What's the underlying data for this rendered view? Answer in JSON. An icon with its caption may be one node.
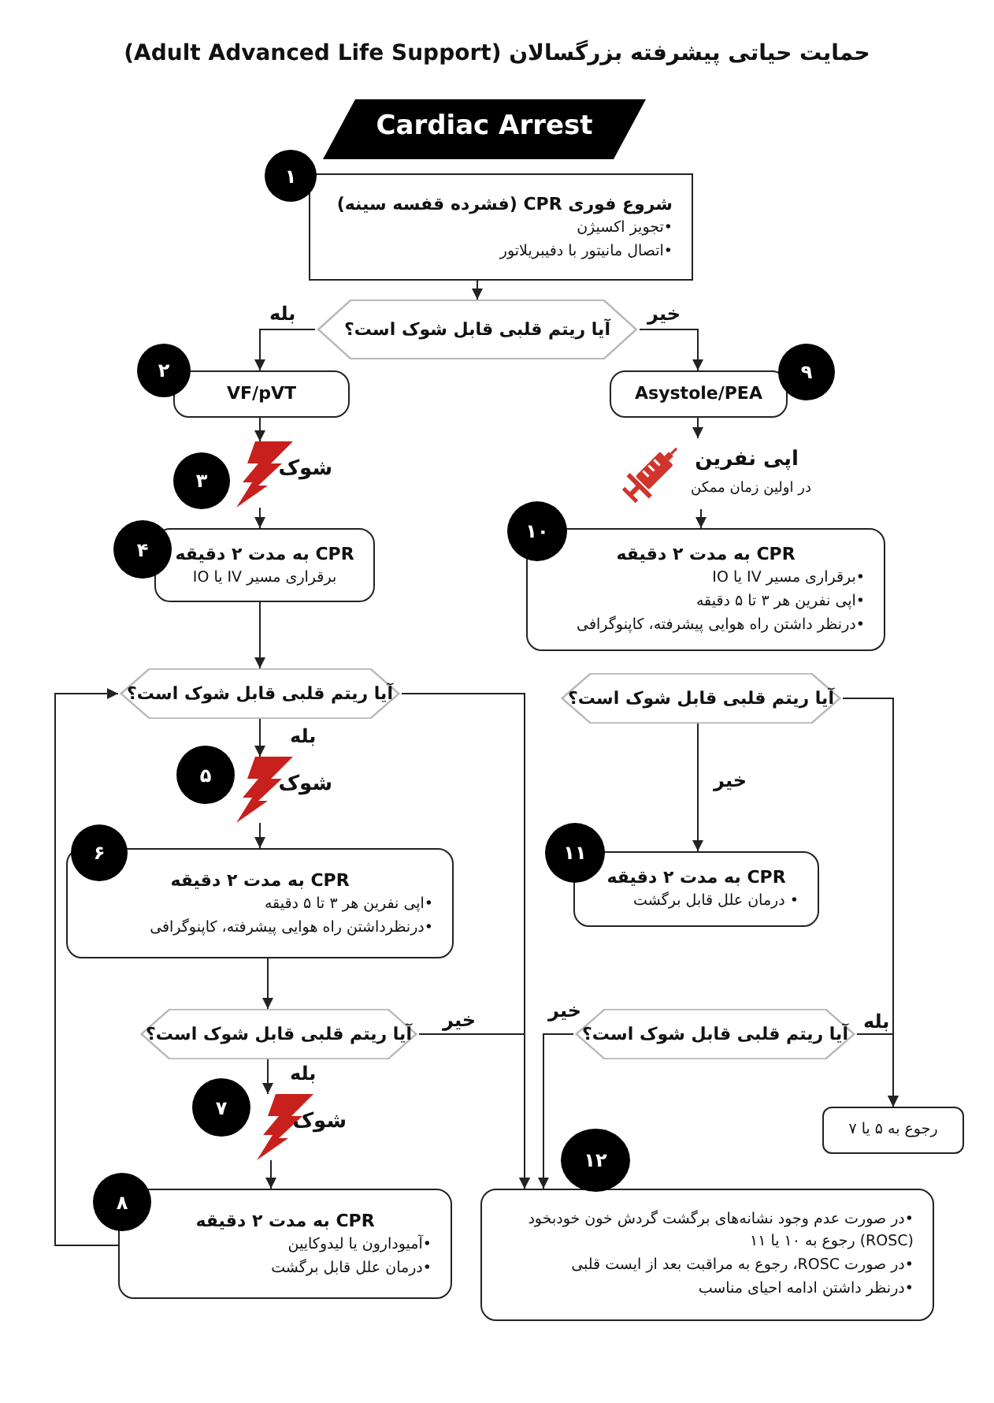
{
  "diagram": {
    "title": "حمایت حیاتی پیشرفته بزرگسالان (Adult Advanced Life Support)",
    "nodes": [
      {
        "text": [
          "Cardiac Arrest"
        ]
      },
      {
        "text": [
          "۱"
        ]
      },
      {
        "text": [
          "شروع فوری CPR (فشرده قفسه سینه)",
          "•تجویز اکسیژن",
          "•اتصال مانیتور با دفیبریلاتور"
        ]
      },
      {
        "text": [
          "آیا ریتم قلبی قابل شوک است؟"
        ]
      },
      {
        "text": [
          "۲"
        ]
      },
      {
        "text": [
          "VF/pVT"
        ]
      },
      {
        "text": [
          "۳"
        ]
      },
      {
        "text": [
          "شوک"
        ]
      },
      {
        "text": [
          "۴"
        ]
      },
      {
        "text": [
          "CPR به مدت ۲ دقیقه",
          "برقراری مسیر IV یا IO"
        ]
      },
      {
        "text": [
          "۹"
        ]
      },
      {
        "text": [
          "Asystole/PEA"
        ]
      },
      {
        "text": [
          "اپی نفرین",
          "در اولین زمان ممکن"
        ]
      },
      {
        "text": [
          "۱۰"
        ]
      },
      {
        "text": [
          "CPR به مدت ۲ دقیقه",
          "•برقراری مسیر IV یا IO",
          "•اپی نفرین هر ۳ تا ۵ دقیقه",
          "•درنظر داشتن راه هوایی پیشرفته، کاپنوگرافی"
        ]
      },
      {
        "text": [
          "آیا ریتم قلبی قابل شوک است؟"
        ]
      },
      {
        "text": [
          "آیا ریتم قلبی قابل شوک است؟"
        ]
      },
      {
        "text": [
          "۵"
        ]
      },
      {
        "text": [
          "شوک"
        ]
      },
      {
        "text": [
          "۶"
        ]
      },
      {
        "text": [
          "CPR به مدت ۲ دقیقه",
          "•اپی نفرین هر ۳ تا ۵ دقیقه",
          "•درنظرداشتن راه هوایی پیشرفته، کاپنوگرافی"
        ]
      },
      {
        "text": [
          "۱۱"
        ]
      },
      {
        "text": [
          "CPR به مدت ۲ دقیقه",
          "• درمان علل قابل برگشت"
        ]
      },
      {
        "text": [
          "آیا ریتم قلبی قابل شوک است؟"
        ]
      },
      {
        "text": [
          "آیا ریتم قلبی قابل شوک است؟"
        ]
      },
      {
        "text": [
          "۷"
        ]
      },
      {
        "text": [
          "شوک"
        ]
      },
      {
        "text": [
          "رجوع به ۵ یا ۷"
        ]
      },
      {
        "text": [
          "۸"
        ]
      },
      {
        "text": [
          "CPR به مدت ۲ دقیقه",
          "•آمیودارون یا لیدوکایین",
          "•درمان علل قابل برگشت"
        ]
      },
      {
        "text": [
          "۱۲"
        ]
      },
      {
        "text": [
          "•در صورت عدم وجود نشانه‌های برگشت گردش خون خودبخود (ROSC) رجوع به ۱۰ یا ۱۱",
          "•در صورت ROSC، رجوع به مراقبت بعد از ایست قلبی",
          "•درنظر داشتن ادامه احیای مناسب"
        ]
      }
    ],
    "edges": [
      {
        "from": 2,
        "to": 3,
        "arrow": "to"
      },
      {
        "from": 3,
        "to": 5,
        "arrow": "to",
        "label": "بله"
      },
      {
        "from": 3,
        "to": 11,
        "arrow": "to",
        "label": "خیر"
      },
      {
        "from": 5,
        "to": 7,
        "arrow": "to"
      },
      {
        "from": 7,
        "to": 9,
        "arrow": "to"
      },
      {
        "from": 9,
        "to": 15,
        "arrow": "to"
      },
      {
        "from": 11,
        "to": 12,
        "arrow": "to"
      },
      {
        "from": 12,
        "to": 14,
        "arrow": "to"
      },
      {
        "from": 15,
        "to": 18,
        "arrow": "to",
        "label": "بله"
      },
      {
        "from": 15,
        "to": 31,
        "arrow": "to"
      },
      {
        "from": 29,
        "to": 15,
        "arrow": "to"
      },
      {
        "from": 18,
        "to": 20,
        "arrow": "to"
      },
      {
        "from": 16,
        "to": 22,
        "arrow": "to",
        "label": "خیر"
      },
      {
        "from": 16,
        "to": 27,
        "arrow": "to"
      },
      {
        "from": 20,
        "to": 23,
        "arrow": "to"
      },
      {
        "from": 23,
        "to": 26,
        "arrow": "to",
        "label": "بله"
      },
      {
        "from": 23,
        "to": 31,
        "arrow": "to",
        "label": "خیر"
      },
      {
        "from": 24,
        "to": 27,
        "arrow": "to",
        "label": "بله"
      },
      {
        "from": 24,
        "to": 31,
        "arrow": "to",
        "label": "خیر"
      },
      {
        "from": 26,
        "to": 29,
        "arrow": "to"
      }
    ]
  }
}
